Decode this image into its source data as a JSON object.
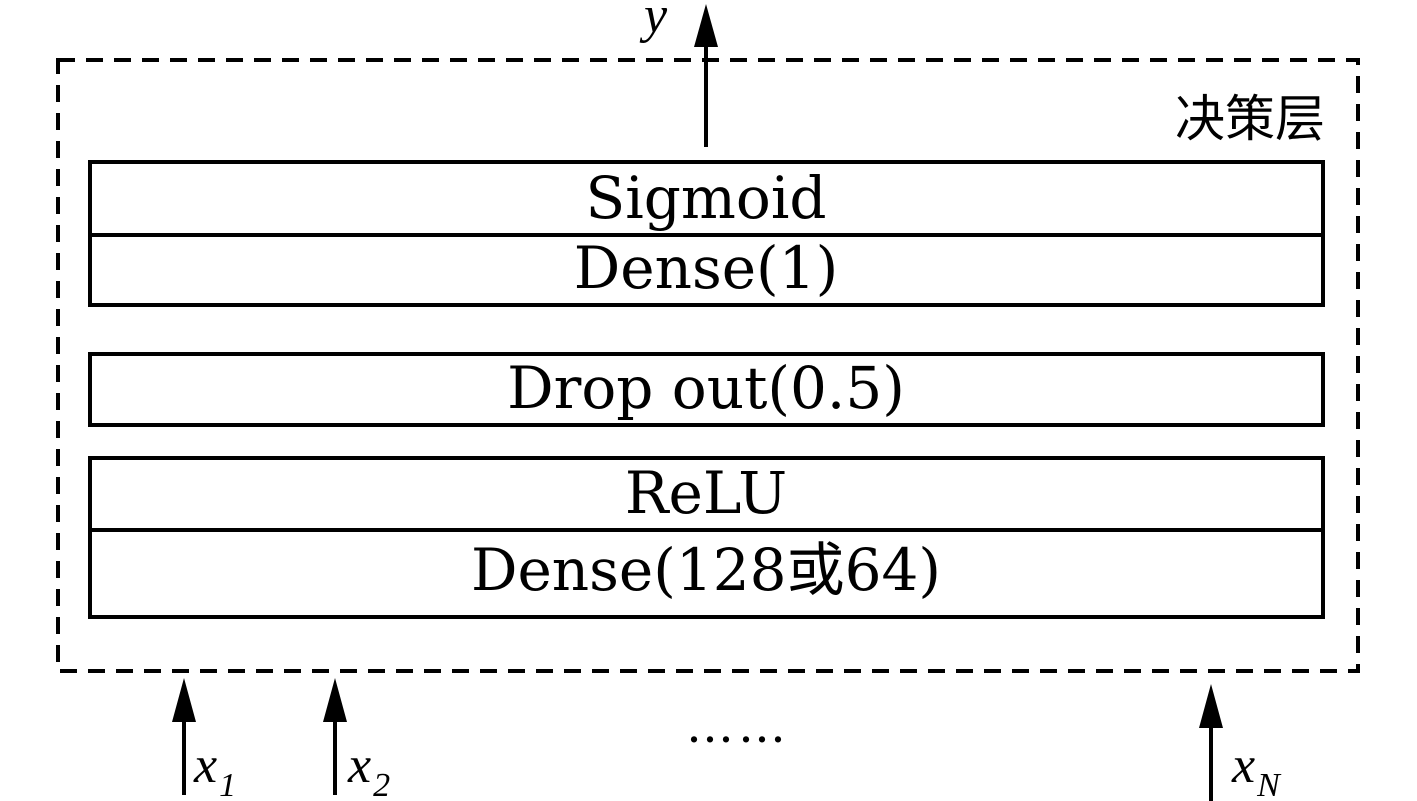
{
  "block": {
    "title": "决策层"
  },
  "layers": {
    "sigmoid": "Sigmoid",
    "dense1": "Dense(1)",
    "dropout": "Drop out(0.5)",
    "relu": "ReLU",
    "dense128": "Dense(128或64)"
  },
  "output": {
    "label": "y"
  },
  "inputs": {
    "x1": {
      "base": "x",
      "sub": "1"
    },
    "x2": {
      "base": "x",
      "sub": "2"
    },
    "ellipsis": "……",
    "xN": {
      "base": "x",
      "sub": "N"
    }
  }
}
